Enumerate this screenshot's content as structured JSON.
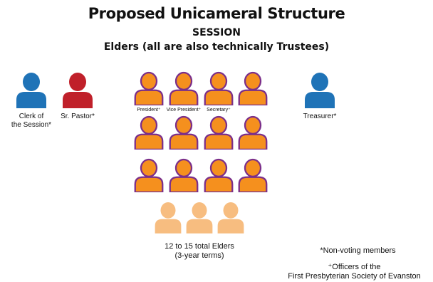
{
  "header": {
    "title": "Proposed Unicameral Structure",
    "session": "SESSION",
    "elders_heading": "Elders (all are also technically Trustees)"
  },
  "colors": {
    "blue": "#1f73b7",
    "red": "#c0202a",
    "orange": "#f5901e",
    "orange_outline": "#7b2f8a",
    "light_orange": "#f7bd80"
  },
  "icons": {
    "person": "person-icon"
  },
  "non_voting": {
    "clerk": "Clerk of\nthe Session*",
    "pastor": "Sr. Pastor*",
    "treasurer": "Treasurer*"
  },
  "officers": {
    "president": "President⁺",
    "vice_president": "Vice President⁺",
    "secretary": "Secretary⁺"
  },
  "elders_summary": {
    "line1": "12 to 15 total Elders",
    "line2": "(3-year terms)"
  },
  "legend": {
    "non_voting_note": "*Non-voting members",
    "officers_line1": "⁺Officers of the",
    "officers_line2": "First Presbyterian Society of Evanston"
  }
}
